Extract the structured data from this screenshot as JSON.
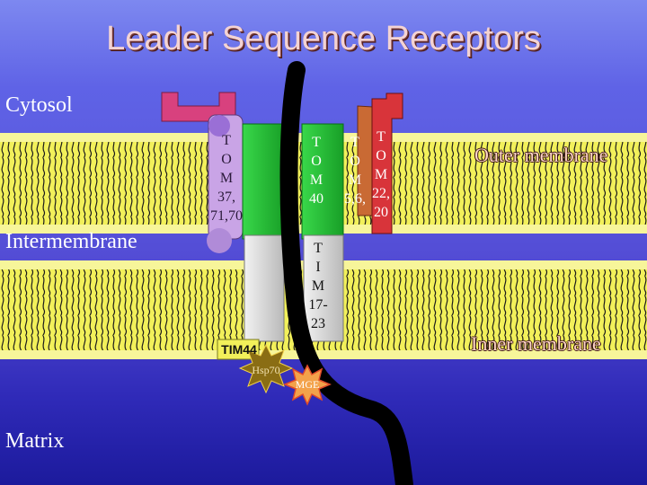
{
  "title": "Leader Sequence Receptors",
  "regions": {
    "cytosol": "Cytosol",
    "intermembrane": "Intermembrane",
    "matrix": "Matrix"
  },
  "membranes": {
    "outer": "Outer membrane",
    "inner": "Inner membrane"
  },
  "proteins": {
    "tom37": "T\nO\nM\n37,\n71,70",
    "tom40": "T\nO\nM\n40",
    "tom56": "T\nO\nM\n5,6,",
    "tom22": "T\nO\nM\n22,\n20",
    "tim1723": "T\nI\nM\n17-\n23",
    "tim44": "TIM44",
    "hsp70": "Hsp70",
    "mge": "MGE"
  },
  "colors": {
    "background_top": "#7d88f0",
    "background_bottom": "#1c1a9c",
    "membrane_yellow": "#f2f05a",
    "receptor_red": "#d8343a",
    "receptor_magenta": "#d8417e",
    "tom40_green": "#22c232",
    "tim_gray": "#d6d6d6",
    "hsp70_olive": "#8a6d14",
    "mge_orange": "#f3a24a",
    "chain_black": "#000000"
  }
}
